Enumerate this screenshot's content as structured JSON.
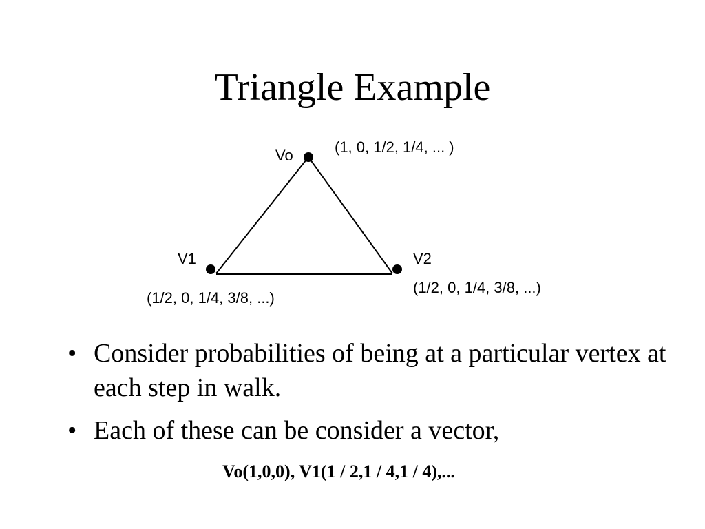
{
  "title": "Triangle Example",
  "diagram": {
    "vertices": [
      {
        "label": "Vo",
        "probabilities": "(1, 0, 1/2, 1/4, ... )"
      },
      {
        "label": "V1",
        "probabilities": "(1/2, 0, 1/4, 3/8, ...)"
      },
      {
        "label": "V2",
        "probabilities": "(1/2, 0, 1/4, 3/8, ...)"
      }
    ]
  },
  "bullets": [
    {
      "marker": "•",
      "text": "Consider probabilities of being at a particular vertex at each step in walk."
    },
    {
      "marker": "•",
      "text": "Each of these can be consider a vector,"
    }
  ],
  "formula": "Vo(1,0,0), V1(1 / 2,1 / 4,1 / 4),..."
}
